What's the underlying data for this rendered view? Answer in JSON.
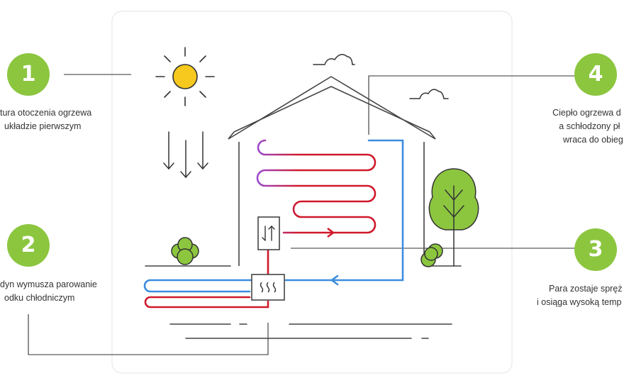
{
  "steps": [
    {
      "number": "1",
      "lines": [
        "tura otoczenia ogrzewa",
        "układzie pierwszym"
      ]
    },
    {
      "number": "2",
      "lines": [
        "dyn wymusza parowanie",
        "odku chłodniczym"
      ]
    },
    {
      "number": "3",
      "lines": [
        "Para zostaje spręż",
        "i osiąga wysoką temp"
      ]
    },
    {
      "number": "4",
      "lines": [
        "Ciepło ogrzewa d",
        "a schłodzony pł",
        "wraca do obieg"
      ]
    }
  ],
  "colors": {
    "accent": "#8cc63f",
    "hot_pipe": "#d0192b",
    "cold_pipe": "#3c8de0",
    "sun": "#f7c81d",
    "tree": "#8cc63f",
    "outline": "#444444"
  },
  "icons": [
    "sun-icon",
    "cloud-icon",
    "tree-icon",
    "bush-icon",
    "exchange-icon",
    "heat-icon",
    "arrows-down-icon"
  ]
}
